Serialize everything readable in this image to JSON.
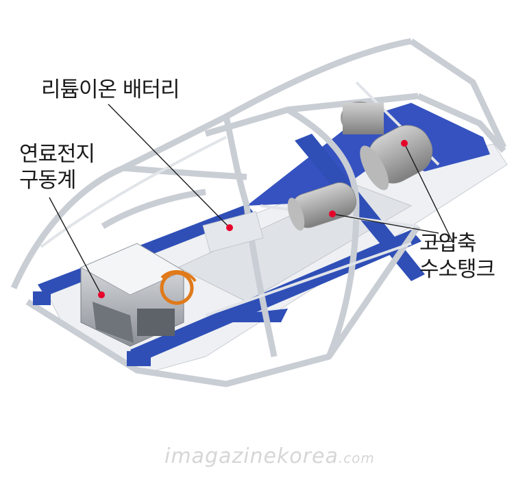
{
  "labels": {
    "battery": [
      "리튬이온 배터리"
    ],
    "fuelcell": [
      "연료전지",
      "구동계"
    ],
    "tank": [
      "고압축",
      "수소탱크"
    ]
  },
  "watermark": {
    "main": "imagazinekorea",
    "suffix": ".com"
  },
  "colors": {
    "frame": "#2f4fb7",
    "body_shell": "#e6e8ec",
    "tank": "#9c9c9c",
    "marker": "#e6002a",
    "leader": "#1a1a1a"
  }
}
